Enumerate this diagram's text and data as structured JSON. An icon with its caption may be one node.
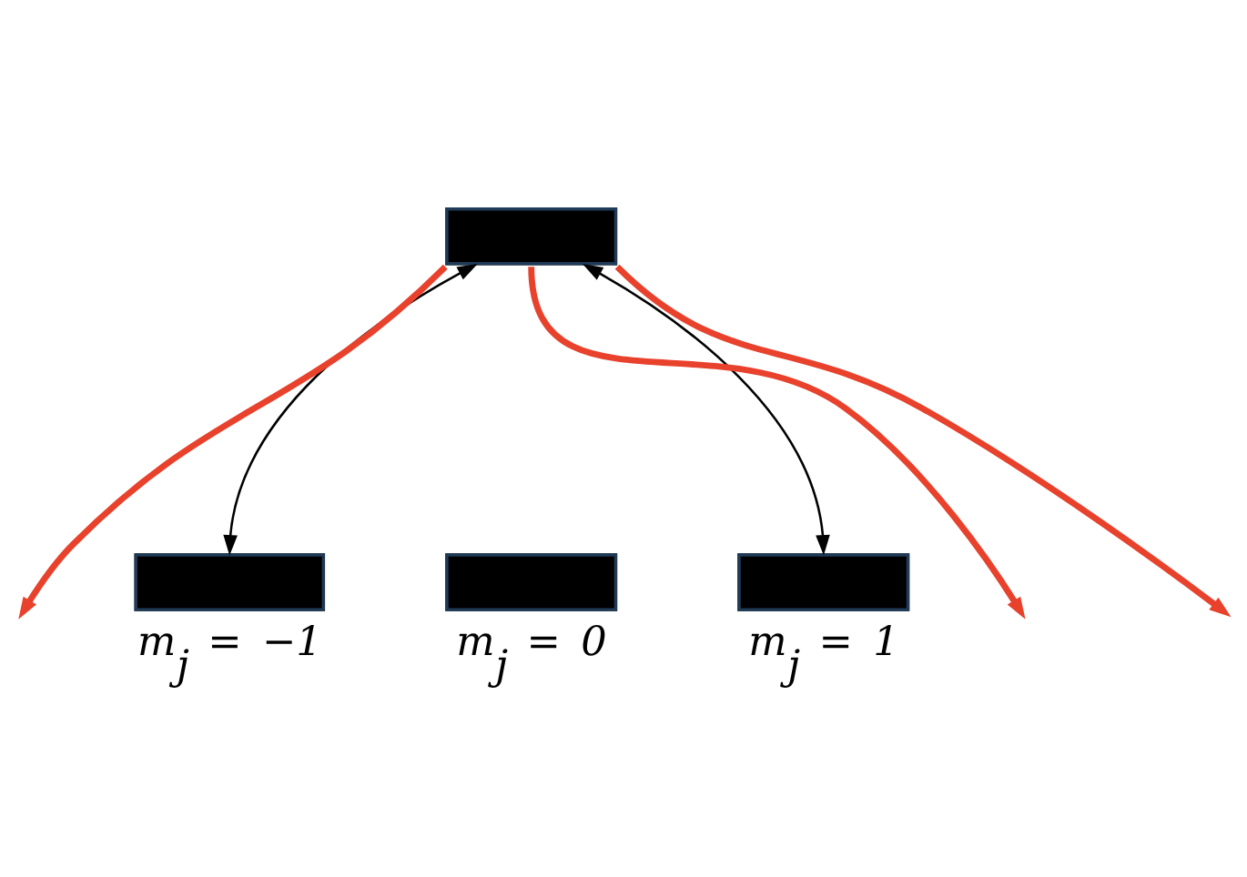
{
  "diagram": {
    "nodes": [
      {
        "text": [],
        "shape": "bar"
      },
      {
        "text": [
          "m$_{j}$ = −1"
        ]
      },
      {
        "text": [
          "m$_{j}$ = 0"
        ]
      },
      {
        "text": [
          "m$_{j}$ = 1"
        ]
      }
    ],
    "edges": [
      {
        "from": 0,
        "to": 1,
        "arrow": "both",
        "color": "#000000"
      },
      {
        "from": 0,
        "to": 3,
        "arrow": "both",
        "color": "#000000"
      },
      {
        "from": 0,
        "to": null,
        "arrow": "to"
      },
      {
        "from": 0,
        "to": null,
        "arrow": "to"
      },
      {
        "from": 0,
        "to": null,
        "arrow": "to"
      }
    ]
  }
}
